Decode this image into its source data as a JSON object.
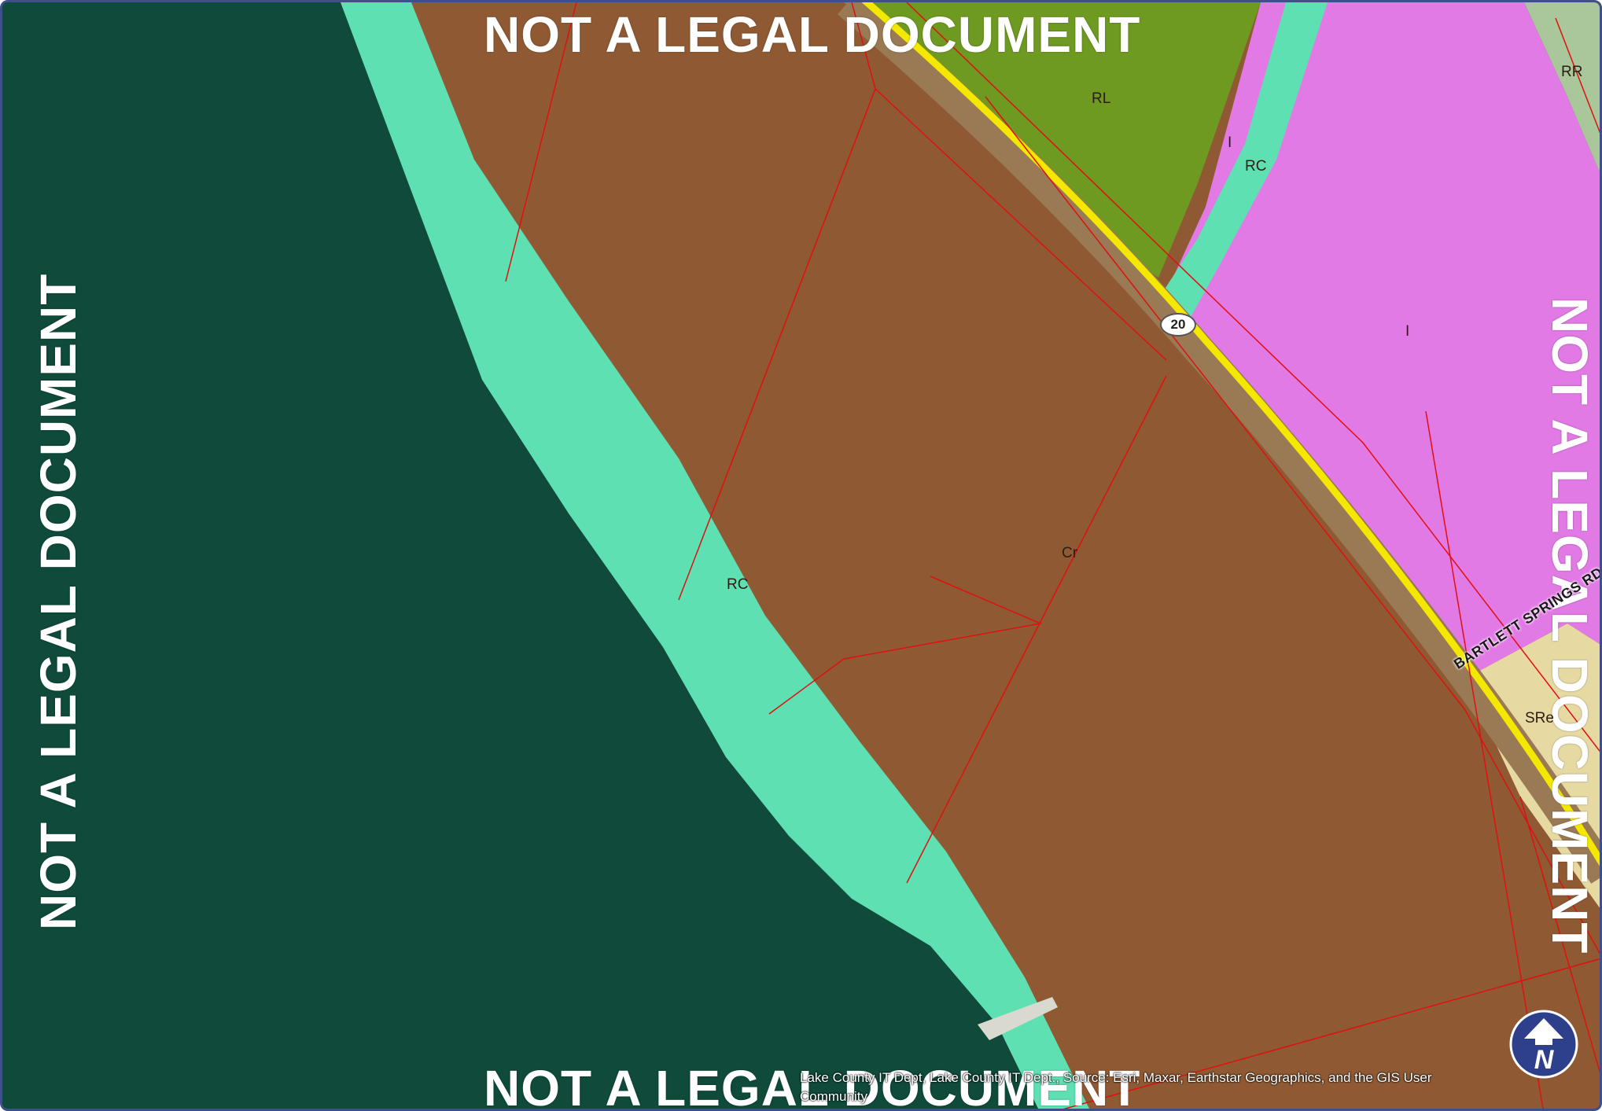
{
  "map": {
    "watermark_text": "NOT A LEGAL DOCUMENT",
    "zone_labels": {
      "rl": "RL",
      "rr": "RR",
      "i_small": "I",
      "rc_upper": "RC",
      "i_main": "I",
      "cr": "Cr",
      "rc_lower": "RC",
      "sre": "SRe"
    },
    "route_shield": "20",
    "street_name": "BARTLETT SPRINGS RD",
    "attribution": "Lake County IT Dept, Lake County IT Dept., Source: Esri, Maxar, Earthstar Geographics, and the GIS User Community",
    "north_arrow_label": "N"
  },
  "colors": {
    "water": "#0f4a3a",
    "commercial_brown": "#8f5a33",
    "riparian_teal": "#5fe0b2",
    "industrial_magenta": "#e27ae6",
    "rural_green": "#6f9a22",
    "suburban_tan": "#e6d9a2",
    "highway_yellow": "#f4e800",
    "parcel_line_red": "#e01010",
    "border_blue": "#3e4f8a"
  },
  "icons": {
    "north_arrow": "north-arrow-icon",
    "route_shield": "route-shield-icon"
  }
}
